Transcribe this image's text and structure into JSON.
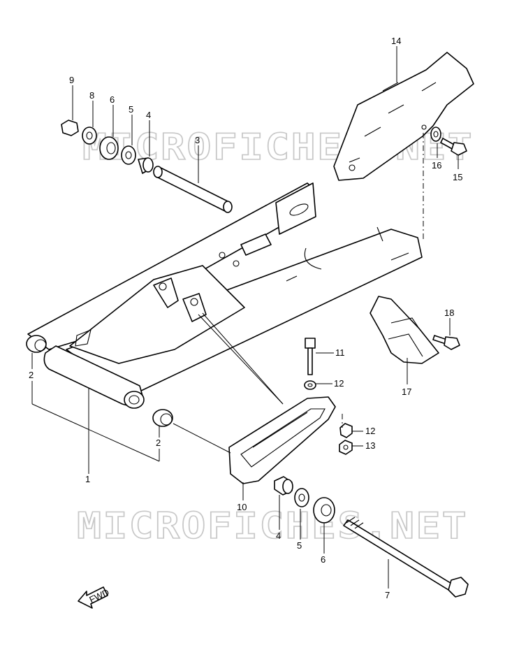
{
  "watermark": {
    "top": "MICROFICHES.NET",
    "bottom": "MICROFICHES.NET"
  },
  "direction_label": "FWD",
  "callouts": {
    "c1": "1",
    "c2a": "2",
    "c2b": "2",
    "c3": "3",
    "c4a": "4",
    "c4b": "4",
    "c5a": "5",
    "c5b": "5",
    "c6a": "6",
    "c6b": "6",
    "c7": "7",
    "c8": "8",
    "c9": "9",
    "c10": "10",
    "c11": "11",
    "c12a": "12",
    "c12b": "12",
    "c13": "13",
    "c14": "14",
    "c15": "15",
    "c16": "16",
    "c17": "17",
    "c18": "18"
  }
}
